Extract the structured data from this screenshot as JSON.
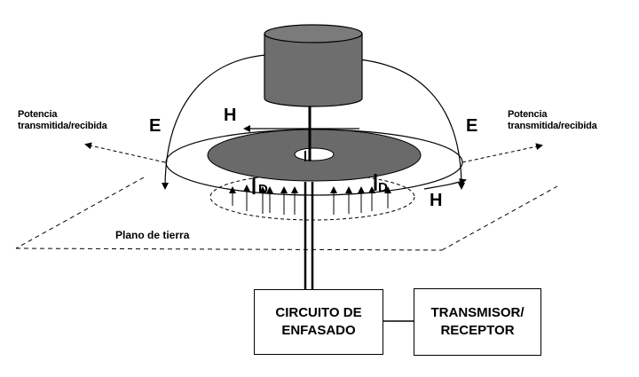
{
  "labels": {
    "power_left_line1": "Potencia",
    "power_left_line2": "transmitida/recibida",
    "power_right_line1": "Potencia",
    "power_right_line2": "transmitida/recibida",
    "e_left": "E",
    "e_right": "E",
    "h_top": "H",
    "h_bottom": "H",
    "d_left": "D",
    "d_right": "D",
    "ground_plane": "Plano de tierra"
  },
  "blocks": {
    "phasing_line1": "CIRCUITO DE",
    "phasing_line2": "ENFASADO",
    "transceiver_line1": "TRANSMISOR/",
    "transceiver_line2": "RECEPTOR"
  },
  "colors": {
    "cylinder_side": "#6e6e6e",
    "cylinder_top": "#7b7b7b",
    "disk": "#6a6a6a",
    "lines": "#000000"
  }
}
